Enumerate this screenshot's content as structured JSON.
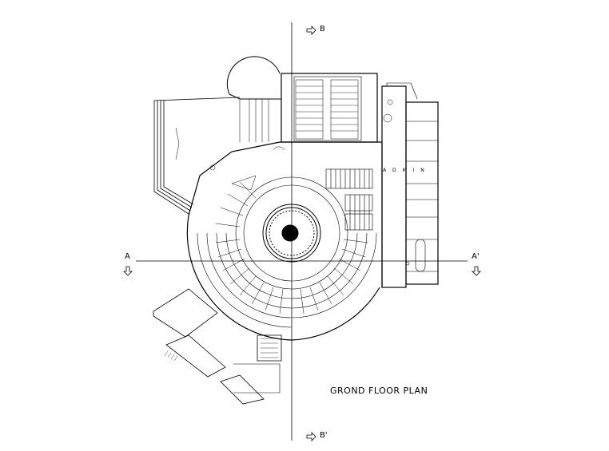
{
  "drawing": {
    "title": "GROND FLOOR PLAN",
    "sections": {
      "b_top": "B",
      "b_bottom": "B'",
      "a_left": "A",
      "a_right": "A'"
    },
    "room_labels": {
      "admin": "A D M I N"
    },
    "colors": {
      "line": "#000000",
      "background": "#ffffff"
    }
  }
}
